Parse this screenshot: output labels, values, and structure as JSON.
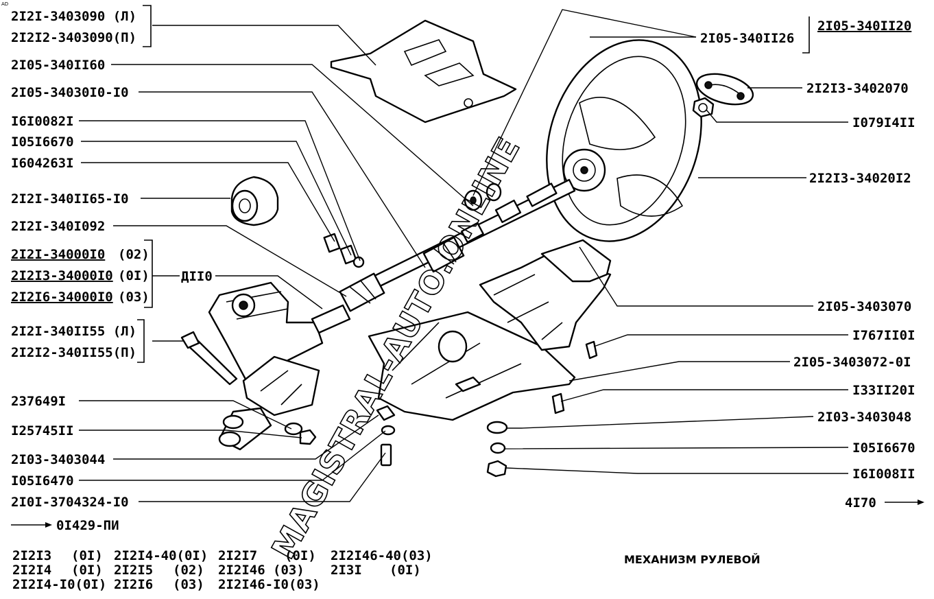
{
  "corner_mark": "AD",
  "watermark": "MAGISTRAL-AUTO.ONLINE",
  "title": "МЕХАНИЗМ РУЛЕВОЙ",
  "callouts_left": [
    "2I2I-3403090 (Л)",
    "2I2I2-3403090(П)",
    "2I05-340II60",
    "2I05-34030I0-I0",
    "I6I0082I",
    "I05I6670",
    "I604263I",
    "2I2I-340II65-I0",
    "2I2I-340I092",
    "2I2I-34000I0",
    "(02)",
    "2I2I3-34000I0",
    "(0I)",
    "2I2I6-34000I0",
    "(03)",
    "ДII0",
    "2I2I-340II55 (Л)",
    "2I2I2-340II55(П)",
    "237649I",
    "I25745II",
    "2I03-3403044",
    "I05I6470",
    "2I0I-3704324-I0",
    "0I429-ПИ"
  ],
  "callouts_right": [
    "2I05-340II20",
    "2I05-340II26",
    "2I2I3-3402070",
    "I079I4II",
    "2I2I3-34020I2",
    "2I05-3403070",
    "I767II0I",
    "2I05-3403072-0I",
    "I33II20I",
    "2I03-3403048",
    "I05I6670",
    "I6I008II",
    "4I70"
  ],
  "applicability": [
    "2I2I3",
    "(0I)",
    "2I2I4-40(0I)",
    "2I2I7",
    "(0I)",
    "2I2I46-40(03)",
    "2I2I4",
    "(0I)",
    "2I2I5",
    "(02)",
    "2I2I46",
    "(03)",
    "2I3I",
    "(0I)",
    "2I2I4-I0(0I)",
    "2I2I6",
    "(03)",
    "2I2I46-I0(03)"
  ]
}
